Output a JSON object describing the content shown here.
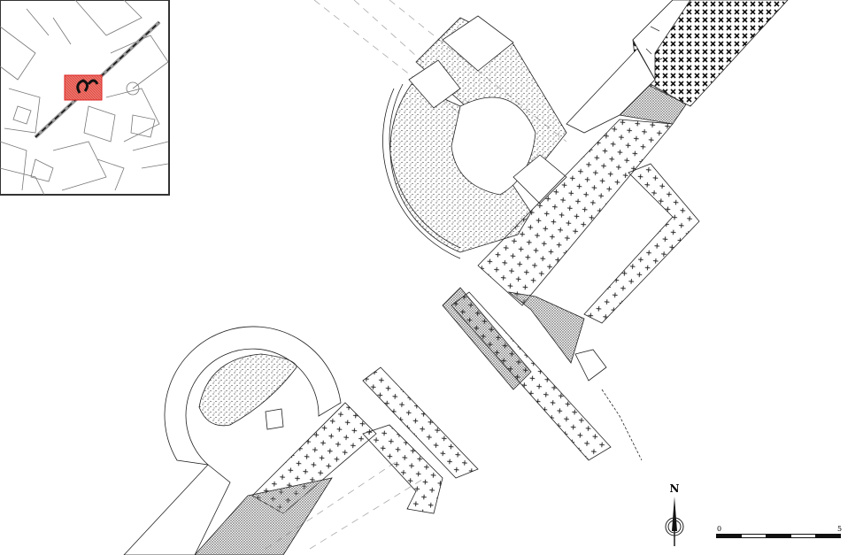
{
  "north_arrow": {
    "label": "N"
  },
  "scale_bar": {
    "start_label": "0",
    "end_label": "5",
    "segments": 5
  },
  "colors": {
    "highlight": "#e8353a",
    "line": "#222222",
    "hatch": "#888888"
  }
}
